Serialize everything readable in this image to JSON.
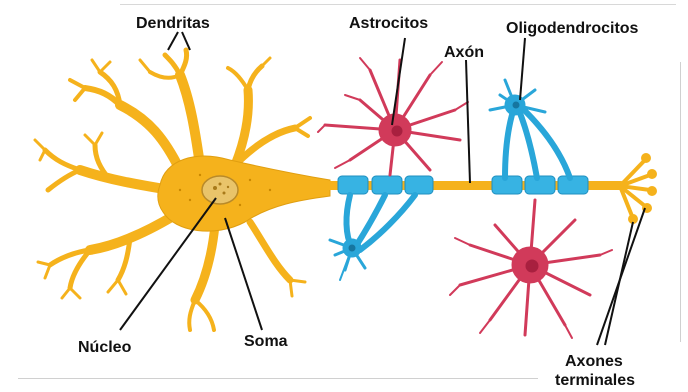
{
  "labels": {
    "dendritas": "Dendritas",
    "astrocitos": "Astrocitos",
    "oligodendrocitos": "Oligodendrocitos",
    "axon": "Axón",
    "nucleo": "Núcleo",
    "soma": "Soma",
    "axones_line1": "Axones",
    "axones_line2": "terminales"
  },
  "colors": {
    "neuron": "#f5b21c",
    "neuron_dark": "#c98700",
    "nucleus": "#e9c46a",
    "astrocyte": "#d13a5a",
    "astrocyte_nucleus": "#a8203f",
    "oligodendrocyte": "#29a6d9",
    "myelin": "#37b3e3",
    "line": "#111111"
  }
}
